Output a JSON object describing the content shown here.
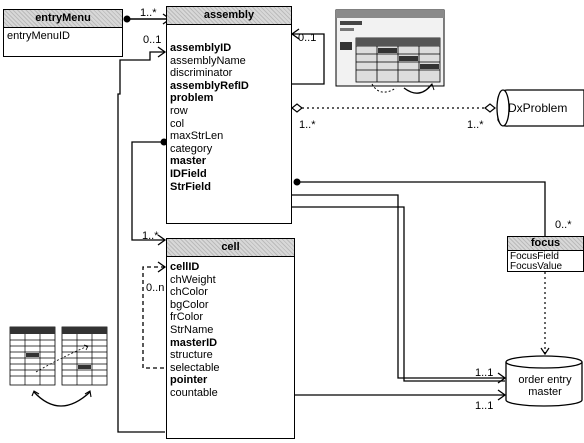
{
  "entities": {
    "entryMenu": {
      "title": "entryMenu",
      "attributes": [
        {
          "text": "entryMenuID",
          "key": false
        }
      ]
    },
    "assembly": {
      "title": "assembly",
      "attributes": [
        {
          "text": "assemblyID",
          "key": true
        },
        {
          "text": "assemblyName",
          "key": false
        },
        {
          "text": "discriminator",
          "key": false
        },
        {
          "text": "assemblyRefID",
          "key": true
        },
        {
          "text": "problem",
          "key": true
        },
        {
          "text": "row",
          "key": false
        },
        {
          "text": "col",
          "key": false
        },
        {
          "text": "maxStrLen",
          "key": false
        },
        {
          "text": "category",
          "key": false
        },
        {
          "text": "master",
          "key": true
        },
        {
          "text": "IDField",
          "key": true
        },
        {
          "text": "StrField",
          "key": true
        }
      ]
    },
    "cell": {
      "title": "cell",
      "attributes": [
        {
          "text": "cellID",
          "key": true
        },
        {
          "text": "chWeight",
          "key": false
        },
        {
          "text": "chColor",
          "key": false
        },
        {
          "text": "bgColor",
          "key": false
        },
        {
          "text": "frColor",
          "key": false
        },
        {
          "text": "StrName",
          "key": false
        },
        {
          "text": "masterID",
          "key": true
        },
        {
          "text": "structure",
          "key": false
        },
        {
          "text": "selectable",
          "key": false
        },
        {
          "text": "pointer",
          "key": true
        },
        {
          "text": "countable",
          "key": false
        }
      ]
    },
    "focus": {
      "title": "focus",
      "attributes": [
        {
          "text": "FocusField",
          "key": false
        },
        {
          "text": "FocusValue",
          "key": false
        }
      ]
    }
  },
  "datastores": {
    "dxproblem": {
      "label": "DxProblem"
    },
    "orderentry": {
      "line1": "order entry",
      "line2": "master"
    }
  },
  "multiplicities": {
    "entrymenu_assembly": "1..*",
    "assembly_left": "0..1",
    "assembly_self": "0..1",
    "problem_left": "1..*",
    "problem_right": "1..*",
    "assembly_cell": "1..*",
    "cell_self": "0..n",
    "focus_top": "0..*",
    "orderentry_1": "1..1",
    "orderentry_2": "1..1"
  }
}
